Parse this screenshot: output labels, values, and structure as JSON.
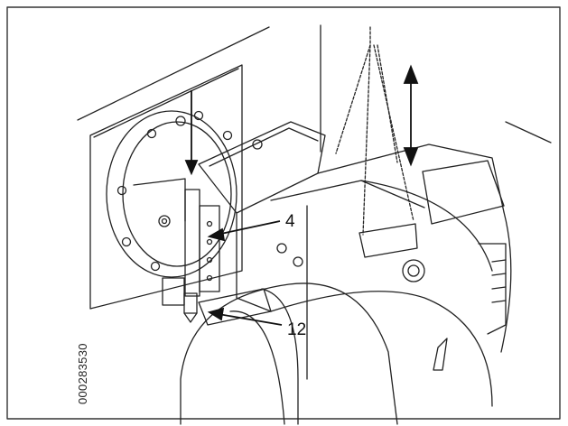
{
  "figure": {
    "callouts": [
      {
        "label": "4"
      },
      {
        "label": "12"
      }
    ],
    "document_code": "000283530",
    "colors": {
      "line": "#222222",
      "frame": "#333333",
      "background": "#ffffff"
    }
  }
}
